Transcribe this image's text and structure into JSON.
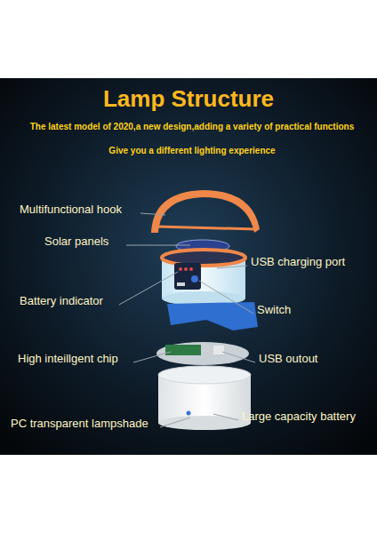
{
  "diagram": {
    "title": "Lamp Structure",
    "labels": [
      "The latest model of 2020,a new design,adding a variety of practical functions",
      "Give you a different lighting experience",
      "Multifunctional hook",
      "Solar panels",
      "USB charging port",
      "Battery indicator",
      "Switch",
      "High inteillgent chip",
      "USB outout",
      "PC transparent lampshade",
      "Large capacity battery"
    ]
  }
}
